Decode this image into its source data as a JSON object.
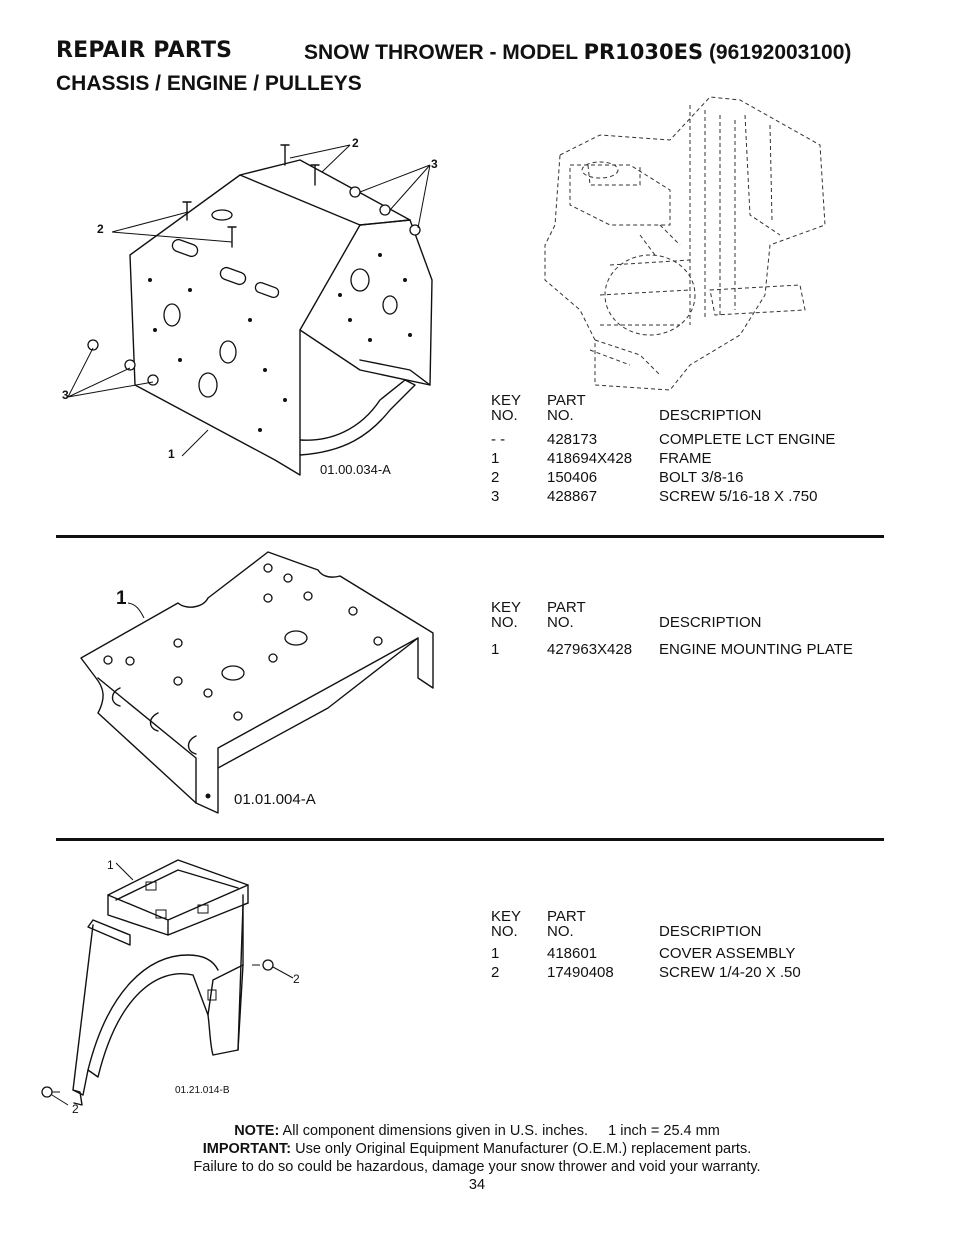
{
  "header": {
    "repair_parts": "REPAIR PARTS",
    "model_prefix": "SNOW THROWER - MODEL",
    "model": "PR1030ES",
    "model_number": "(96192003100)",
    "section": "CHASSIS / ENGINE / PULLEYS"
  },
  "table_headers": {
    "key_line1": "KEY",
    "key_line2": "NO.",
    "part_line1": "PART",
    "part_line2": "NO.",
    "description": "DESCRIPTION"
  },
  "sections": [
    {
      "diagram_code": "01.00.034-A",
      "callouts": [
        "2",
        "3",
        "2",
        "3",
        "1"
      ],
      "parts": [
        {
          "key": "- -",
          "part": "428173",
          "description": "COMPLETE LCT ENGINE"
        },
        {
          "key": "1",
          "part": "418694X428",
          "description": "FRAME"
        },
        {
          "key": "2",
          "part": "150406",
          "description": "BOLT 3/8-16"
        },
        {
          "key": "3",
          "part": "428867",
          "description": "SCREW 5/16-18 X .750"
        }
      ]
    },
    {
      "diagram_code": "01.01.004-A",
      "callouts": [
        "1"
      ],
      "parts": [
        {
          "key": "1",
          "part": "427963X428",
          "description": "ENGINE MOUNTING PLATE"
        }
      ]
    },
    {
      "diagram_code": "01.21.014-B",
      "callouts": [
        "1",
        "2",
        "2"
      ],
      "parts": [
        {
          "key": "1",
          "part": "418601",
          "description": "COVER ASSEMBLY"
        },
        {
          "key": "2",
          "part": "17490408",
          "description": "SCREW 1/4-20 X .50"
        }
      ]
    }
  ],
  "footer": {
    "note_label": "NOTE:",
    "note_text": "All component dimensions given in U.S. inches.",
    "conversion": "1 inch = 25.4 mm",
    "important_label": "IMPORTANT:",
    "important_text": "Use only Original Equipment Manufacturer (O.E.M.) replacement parts.",
    "warning": "Failure to do so could be hazardous, damage your snow thrower and void your warranty.",
    "page_number": "34"
  }
}
